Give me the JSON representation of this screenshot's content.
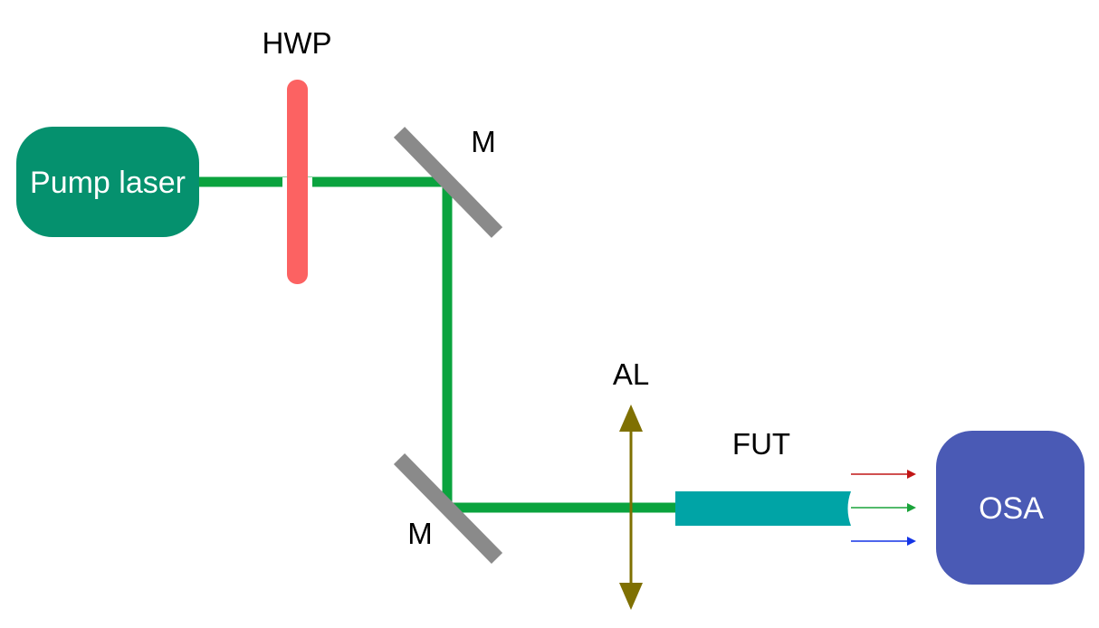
{
  "labels": {
    "pump_laser": "Pump laser",
    "hwp": "HWP",
    "mirror_top": "M",
    "mirror_bottom": "M",
    "lens": "AL",
    "fiber": "FUT",
    "osa": "OSA"
  },
  "colors": {
    "pump_laser": "#05916e",
    "beam": "#0aa33e",
    "hwp": "#fc6262",
    "mirror": "#8a8a8a",
    "lens": "#7f7002",
    "fiber": "#00a4a6",
    "osa": "#4a5ab5",
    "output_red": "#c11616",
    "output_green": "#1aa33a",
    "output_blue": "#1434e6"
  },
  "icons": [
    "lens-arrow-icon",
    "output-arrow-icon"
  ]
}
